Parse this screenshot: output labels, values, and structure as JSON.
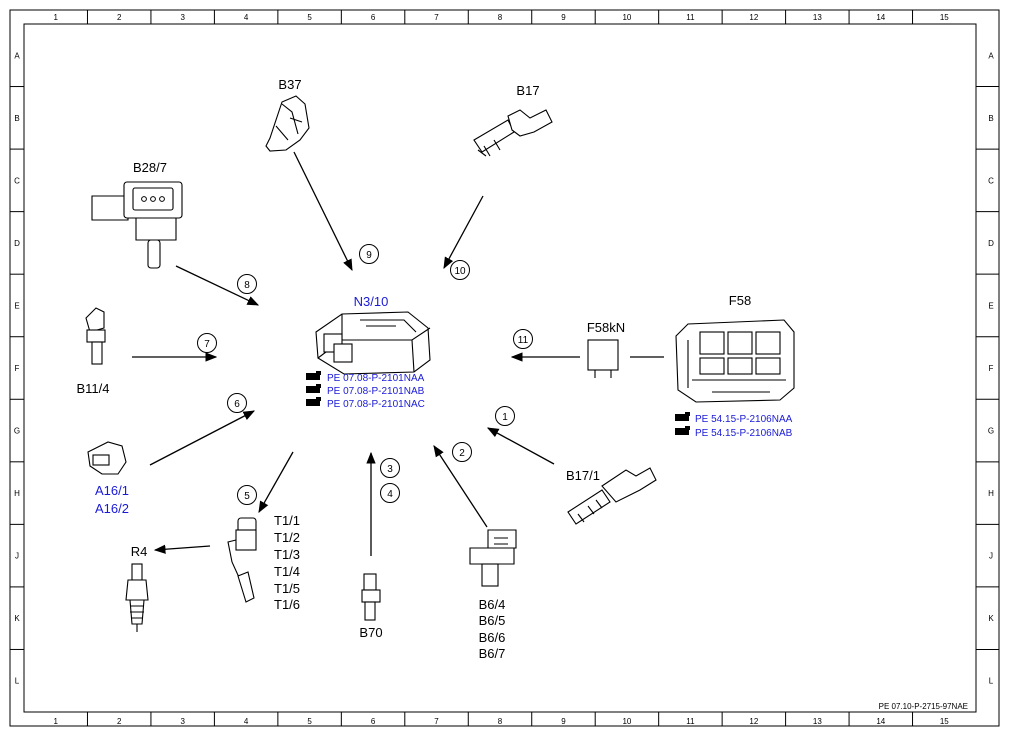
{
  "grid": {
    "columns": [
      "1",
      "2",
      "3",
      "4",
      "5",
      "6",
      "7",
      "8",
      "9",
      "10",
      "11",
      "12",
      "13",
      "14",
      "15"
    ],
    "rows": [
      "A",
      "B",
      "C",
      "D",
      "E",
      "F",
      "G",
      "H",
      "J",
      "K",
      "L"
    ]
  },
  "footer_code": "PE 07.10-P-2715-97NAE",
  "center": {
    "label": "N3/10",
    "refs": [
      "PE 07.08-P-2101NAA",
      "PE 07.08-P-2101NAB",
      "PE 07.08-P-2101NAC"
    ]
  },
  "f58": {
    "label": "F58",
    "refs": [
      "PE 54.15-P-2106NAA",
      "PE 54.15-P-2106NAB"
    ]
  },
  "components": {
    "b37": "B37",
    "b17": "B17",
    "b28_7": "B28/7",
    "b11_4": "B11/4",
    "a16_1": "A16/1",
    "a16_2": "A16/2",
    "r4": "R4",
    "t1": [
      "T1/1",
      "T1/2",
      "T1/3",
      "T1/4",
      "T1/5",
      "T1/6"
    ],
    "b70": "B70",
    "b6": [
      "B6/4",
      "B6/5",
      "B6/6",
      "B6/7"
    ],
    "b17_1": "B17/1",
    "f58kn": "F58kN"
  },
  "callouts": [
    "1",
    "2",
    "3",
    "4",
    "5",
    "6",
    "7",
    "8",
    "9",
    "10",
    "11"
  ],
  "colors": {
    "reference_blue": "#1a1ad6",
    "line": "#000000"
  }
}
